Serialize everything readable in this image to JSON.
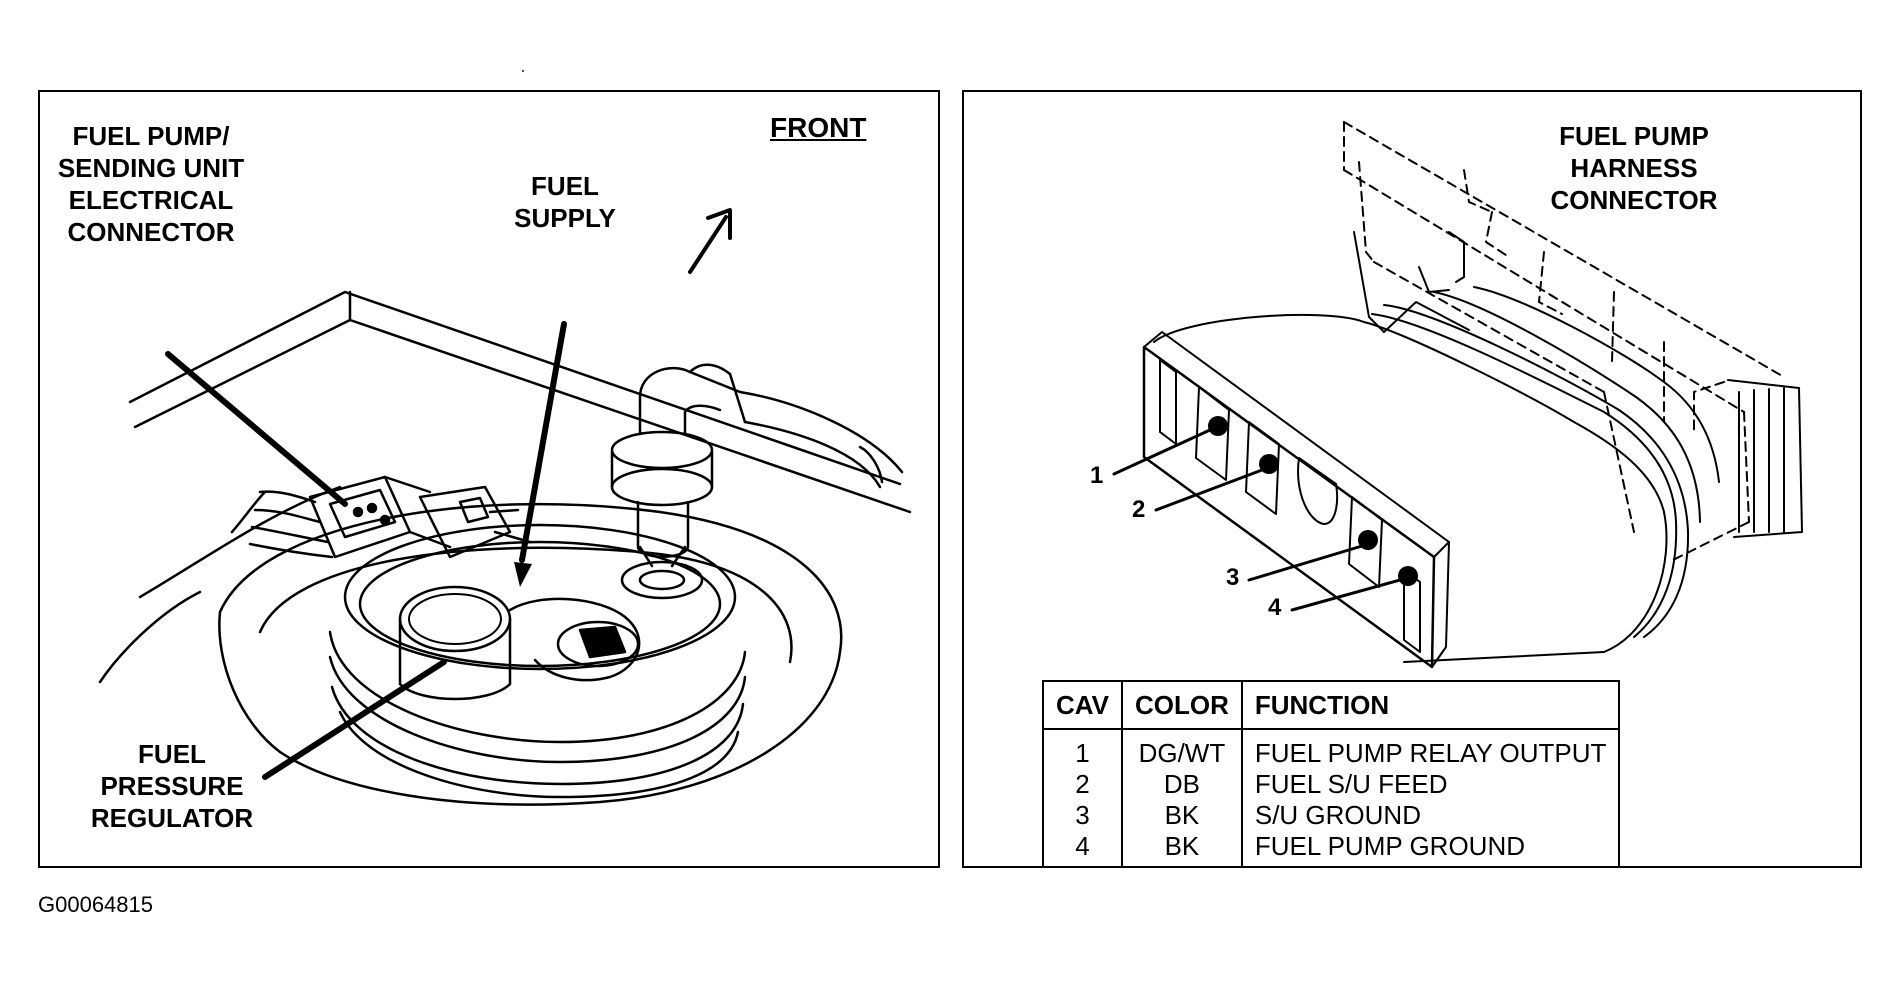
{
  "left_panel": {
    "connector_label": [
      "FUEL PUMP/",
      "SENDING UNIT",
      "ELECTRICAL",
      "CONNECTOR"
    ],
    "supply_label": [
      "FUEL",
      "SUPPLY"
    ],
    "front_label": "FRONT",
    "regulator_label": [
      "FUEL",
      "PRESSURE",
      "REGULATOR"
    ]
  },
  "right_panel": {
    "harness_label": [
      "FUEL PUMP",
      "HARNESS",
      "CONNECTOR"
    ],
    "pins": [
      "1",
      "2",
      "3",
      "4"
    ],
    "table": {
      "headers": [
        "CAV",
        "COLOR",
        "FUNCTION"
      ],
      "rows": [
        [
          "1",
          "DG/WT",
          "FUEL PUMP RELAY OUTPUT"
        ],
        [
          "2",
          "DB",
          "FUEL S/U FEED"
        ],
        [
          "3",
          "BK",
          "S/U GROUND"
        ],
        [
          "4",
          "BK",
          "FUEL PUMP GROUND"
        ]
      ]
    }
  },
  "figure_id": "G00064815"
}
